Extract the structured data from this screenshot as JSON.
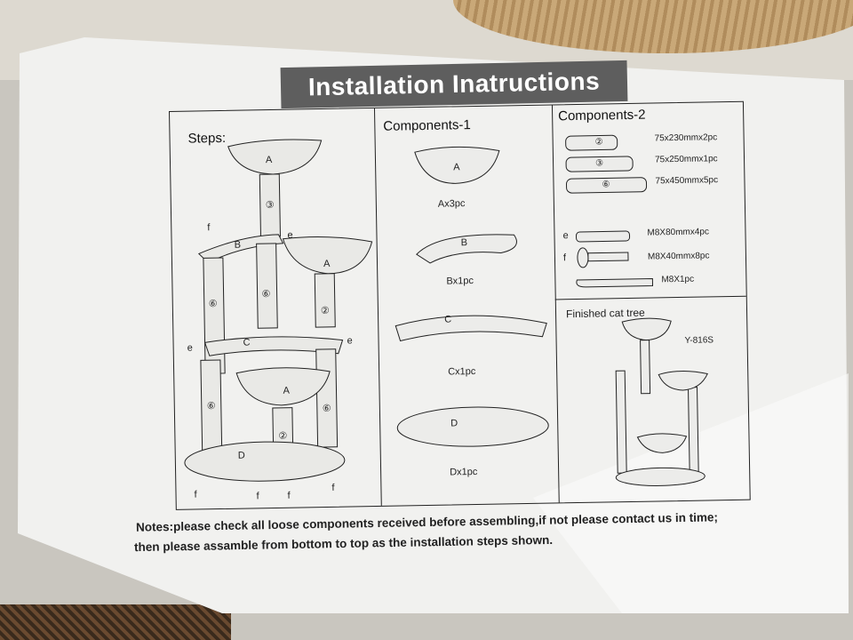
{
  "title": "Installation Inatructions",
  "steps": {
    "heading": "Steps:",
    "labels": {
      "A": "A",
      "B": "B",
      "C": "C",
      "D": "D",
      "e": "e",
      "f": "f",
      "n2": "②",
      "n3": "③",
      "n6": "⑥"
    }
  },
  "components1": {
    "heading": "Components-1",
    "items": [
      {
        "letter": "A",
        "qty": "Ax3pc"
      },
      {
        "letter": "B",
        "qty": "Bx1pc"
      },
      {
        "letter": "C",
        "qty": "Cx1pc"
      },
      {
        "letter": "D",
        "qty": "Dx1pc"
      }
    ]
  },
  "components2": {
    "heading": "Components-2",
    "tubes": [
      {
        "num": "②",
        "spec": "75x230mmx2pc"
      },
      {
        "num": "③",
        "spec": "75x250mmx1pc"
      },
      {
        "num": "⑥",
        "spec": "75x450mmx5pc"
      }
    ],
    "hardware": [
      {
        "letter": "e",
        "spec": "M8X80mmx4pc"
      },
      {
        "letter": "f",
        "spec": "M8X40mmx8pc"
      },
      {
        "letter": "",
        "spec": "M8X1pc"
      }
    ]
  },
  "finished": {
    "heading": "Finished cat tree",
    "model": "Y-816S"
  },
  "notes": {
    "line1": "Notes:please check all loose components received before assembling,if not please contact us in time;",
    "line2": "then please assamble from bottom to top  as the installation steps shown."
  }
}
